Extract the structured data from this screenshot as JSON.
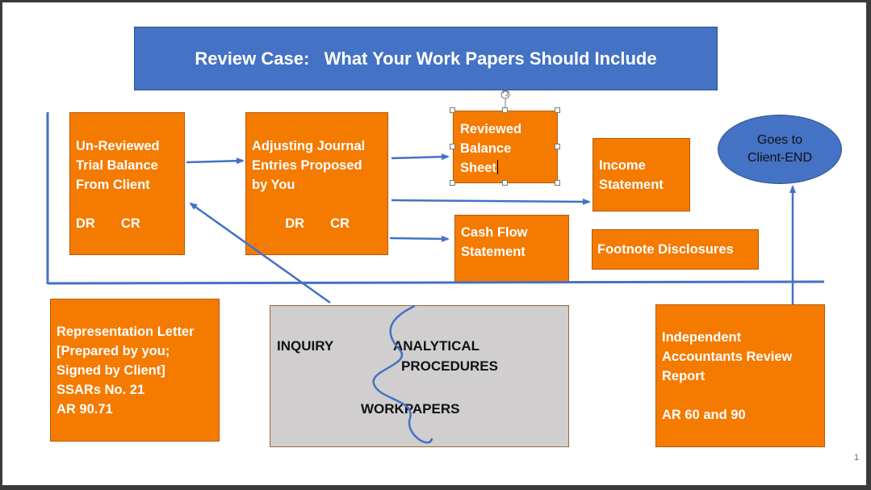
{
  "title": "Review Case:   What Your Work Papers Should Include",
  "boxes": {
    "trial_balance": {
      "lines": [
        "Un-Reviewed",
        "Trial Balance",
        "From Client",
        "",
        "DR       CR"
      ]
    },
    "adjusting_entries": {
      "lines": [
        "Adjusting Journal",
        "Entries Proposed",
        "by You",
        "",
        "         DR       CR"
      ]
    },
    "reviewed_balance_sheet": {
      "lines": [
        "Reviewed",
        "Balance",
        "Sheet"
      ]
    },
    "income_statement": {
      "lines": [
        "Income",
        "Statement"
      ]
    },
    "cash_flow": {
      "lines": [
        "Cash Flow",
        "Statement"
      ]
    },
    "footnotes": {
      "lines": [
        "Footnote Disclosures"
      ]
    },
    "representation_letter": {
      "lines": [
        "Representation Letter",
        "[Prepared by you;",
        "Signed by Client]",
        "SSARs No. 21",
        "AR 90.71"
      ]
    },
    "review_report": {
      "lines": [
        "Independent",
        "Accountants Review",
        "Report",
        "",
        "AR 60 and 90"
      ]
    }
  },
  "goes_to": {
    "lines": [
      "Goes to",
      "Client-END"
    ]
  },
  "workpapers": {
    "inquiry": "INQUIRY",
    "analytical": "ANALYTICAL",
    "procedures": "PROCEDURES",
    "workpapers": "WORKPAPERS"
  },
  "slide_number": "1",
  "colors": {
    "orange": "#f57a00",
    "blue": "#4472c4",
    "grey": "#d0cece",
    "arrow": "#4472c4"
  }
}
